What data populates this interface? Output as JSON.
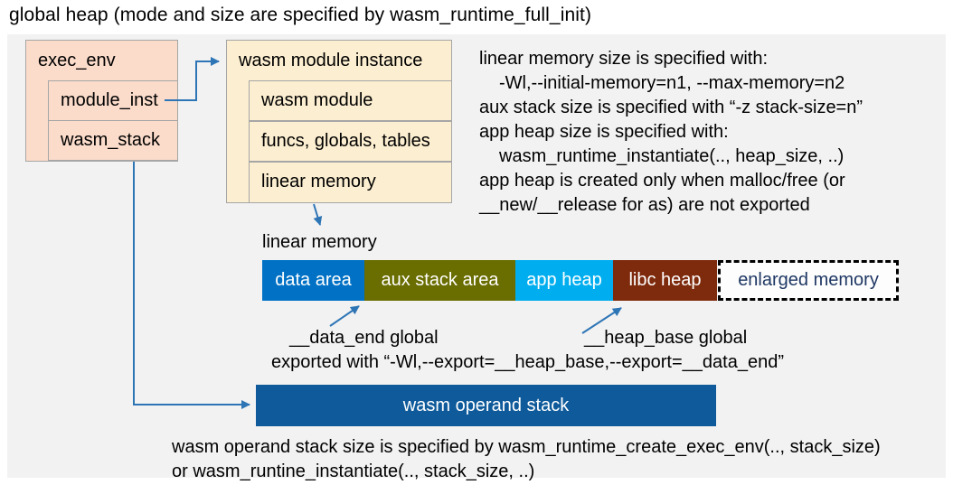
{
  "title": "global heap (mode and size are specified by wasm_runtime_full_init)",
  "colors": {
    "panel_bg": "#F2F2F2",
    "exec_env_fill": "#FBDCCB",
    "module_instance_fill": "#FCEED0",
    "box_border": "#A6A6A6",
    "arrow_blue": "#2E75B6",
    "operand_stack_blue": "#0E5A9A"
  },
  "exec_env": {
    "header": "exec_env",
    "rows": [
      "module_inst",
      "wasm_stack"
    ]
  },
  "module_instance": {
    "header": "wasm module instance",
    "rows": [
      "wasm module",
      "funcs, globals, tables",
      "linear memory"
    ]
  },
  "notes": {
    "lines": [
      "linear memory size is specified with:",
      "-Wl,--initial-memory=n1, --max-memory=n2",
      "aux stack size is specified with “-z stack-size=n”",
      "app heap size is specified with:",
      "wasm_runtime_instantiate(.., heap_size, ..)",
      "app heap is created only when malloc/free (or",
      "__new/__release for as) are not exported"
    ]
  },
  "linear_memory": {
    "label": "linear memory",
    "segments": [
      {
        "label": "data area",
        "color": "#0071C5",
        "text_color": "#FFFFFF"
      },
      {
        "label": "aux stack area",
        "color": "#6A6D00",
        "text_color": "#FFFFFF"
      },
      {
        "label": "app heap",
        "color": "#00AEEF",
        "text_color": "#FFFFFF"
      },
      {
        "label": "libc heap",
        "color": "#7E2A0C",
        "text_color": "#FFFFFF"
      },
      {
        "label": "enlarged memory",
        "color": "#FDFDFD",
        "text_color": "#1F3864",
        "border": "dashed"
      }
    ]
  },
  "annotations": {
    "data_end": "__data_end global",
    "heap_base": "__heap_base global",
    "exported": "exported with “-Wl,--export=__heap_base,--export=__data_end”"
  },
  "operand_stack": {
    "label": "wasm operand stack",
    "color": "#0E5A9A"
  },
  "footer": {
    "lines": [
      "wasm operand stack size is specified by wasm_runtime_create_exec_env(.., stack_size)",
      "or wasm_runtine_instantiate(.., stack_size, ..)"
    ]
  }
}
